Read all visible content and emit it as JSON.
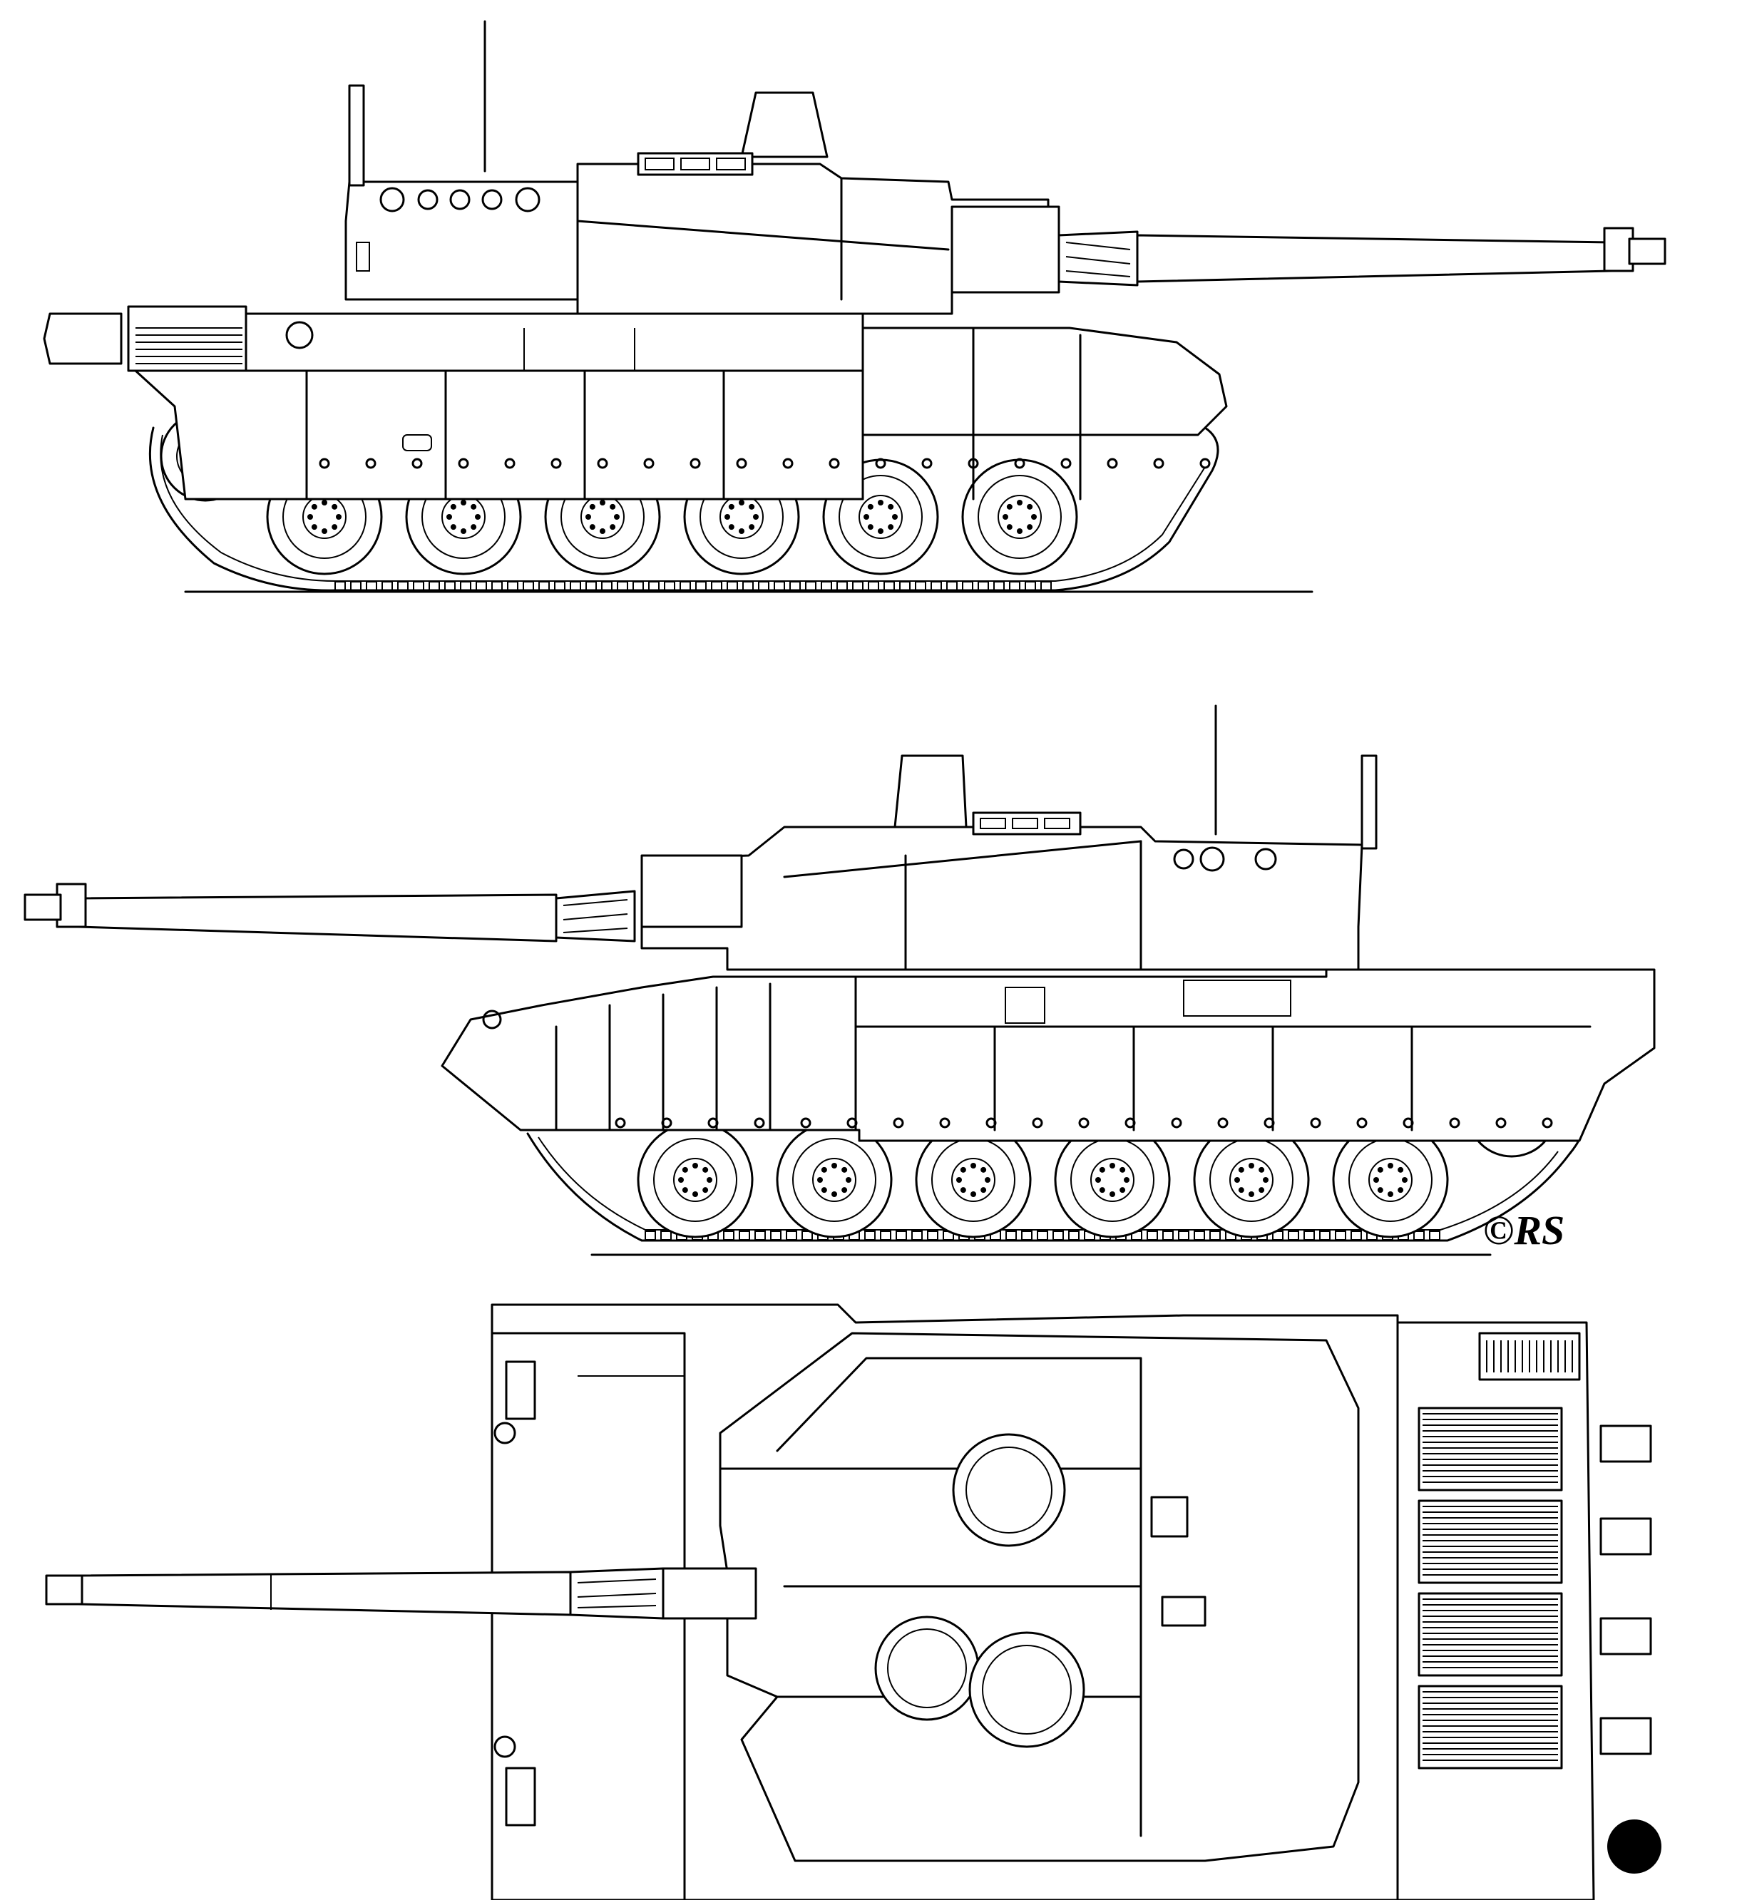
{
  "signature": "©RS",
  "colors": {
    "ink": "#000000",
    "paper": "#ffffff"
  },
  "views": [
    {
      "id": "side-view-right",
      "wheel_count": 6
    },
    {
      "id": "side-view-left",
      "wheel_count": 6
    },
    {
      "id": "top-view"
    }
  ]
}
